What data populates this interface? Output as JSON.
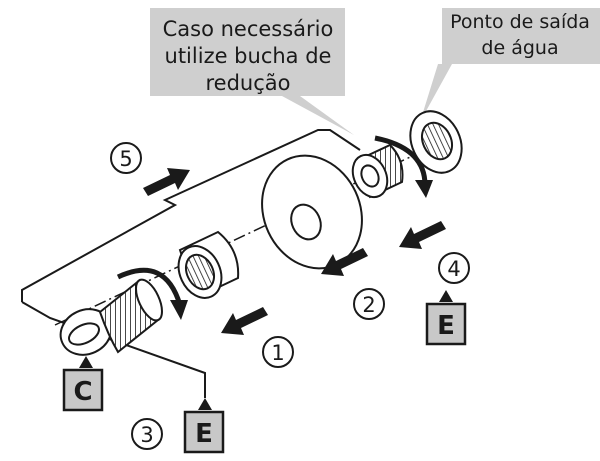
{
  "callouts": {
    "reducer": [
      "Caso necessário",
      "utilize bucha de",
      "redução"
    ],
    "outlet": [
      "Ponto de saída",
      "de água"
    ]
  },
  "steps": {
    "step1": "1",
    "step2": "2",
    "step3": "3",
    "step4": "4",
    "step5": "5"
  },
  "tags": {
    "c": "C",
    "e_left": "E",
    "e_right": "E"
  },
  "colors": {
    "callout_fill": "#cfcfcf",
    "tag_fill": "#c8c8c8",
    "ink": "#1a1a1a"
  }
}
